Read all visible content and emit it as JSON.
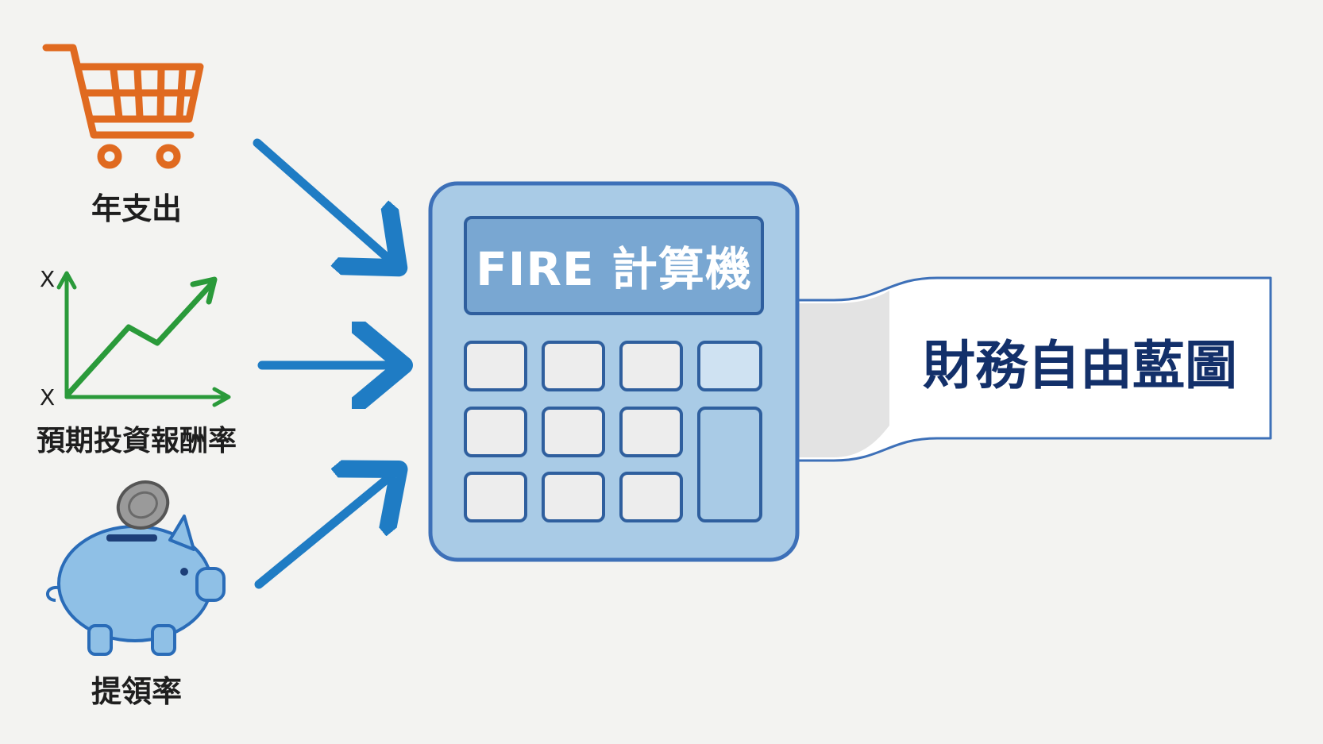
{
  "inputs": {
    "annual_spending": {
      "label": "年支出",
      "icon": "shopping-cart-icon",
      "color": "#e06a20"
    },
    "expected_return": {
      "label": "預期投資報酬率",
      "icon": "growth-chart-icon",
      "axis_letters": [
        "X",
        "X"
      ],
      "color": "#2a9a3a"
    },
    "withdrawal_rate": {
      "label": "提領率",
      "icon": "piggy-bank-icon",
      "color": "#8fc0e6"
    }
  },
  "calculator": {
    "title": "FIRE 計算機",
    "icon": "calculator-icon",
    "color": "#a9cbe6"
  },
  "output": {
    "label": "財務自由藍圖"
  },
  "arrow_color": "#1f7cc4"
}
